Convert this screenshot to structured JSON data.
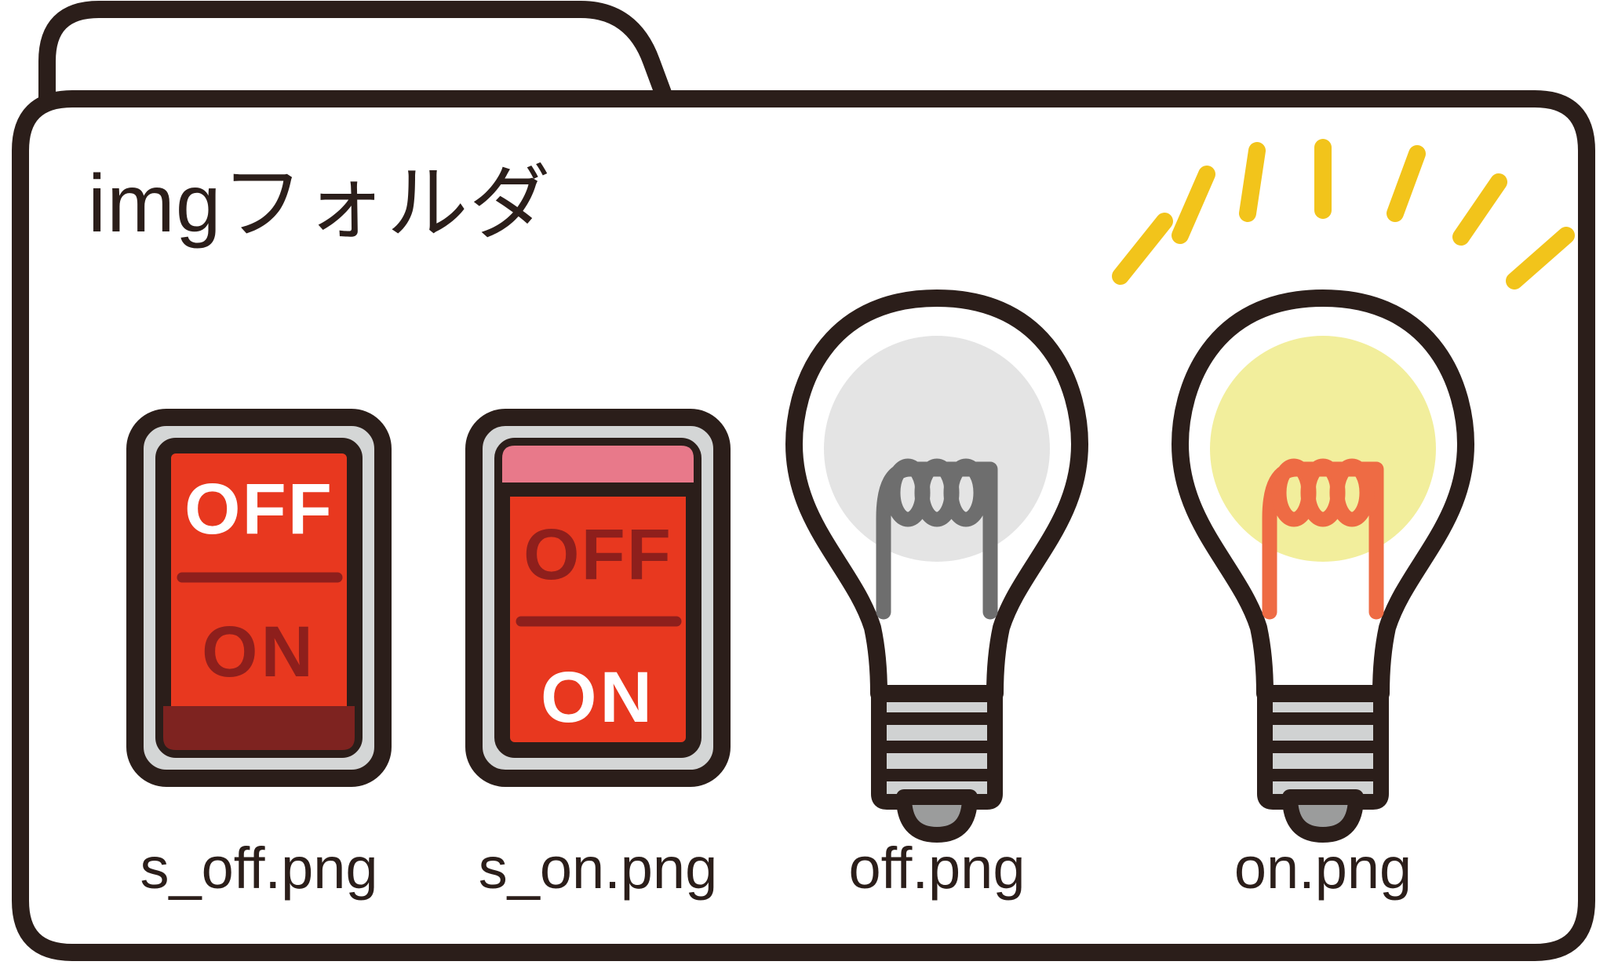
{
  "folder": {
    "title": "imgフォルダ",
    "outline_color": "#2B1E1A",
    "fill_color": "#FFFFFF",
    "stroke_width": 11
  },
  "palette": {
    "outline": "#2B1E1A",
    "switch_bezel": "#D4D6D6",
    "switch_red": "#E8381F",
    "switch_dark_red": "#8E1F1C",
    "switch_pink": "#E8798A",
    "switch_deep_red": "#7E2320",
    "white": "#FFFFFF",
    "bulb_off_glass": "#E4E4E4",
    "bulb_off_filament": "#6E6E6E",
    "bulb_on_glass": "#F2EE9C",
    "bulb_on_filament": "#EE6B44",
    "bulb_base_light": "#D0D2D2",
    "bulb_base_dark": "#9B9C9C",
    "ray_yellow": "#F2C41B"
  },
  "items": [
    {
      "id": "s_off",
      "label": "s_off.png",
      "type": "rocker-switch",
      "state": "off",
      "top_text": "OFF",
      "bottom_text": "ON",
      "top_text_color": "#FFFFFF",
      "bottom_text_color": "#8E1F1C",
      "pressed_side": "bottom",
      "accent_band_color": "#7E2320",
      "accent_band_position": "bottom"
    },
    {
      "id": "s_on",
      "label": "s_on.png",
      "type": "rocker-switch",
      "state": "on",
      "top_text": "OFF",
      "bottom_text": "ON",
      "top_text_color": "#8E1F1C",
      "bottom_text_color": "#FFFFFF",
      "pressed_side": "top",
      "accent_band_color": "#E8798A",
      "accent_band_position": "top"
    },
    {
      "id": "off",
      "label": "off.png",
      "type": "light-bulb",
      "state": "off",
      "glass_color": "#E4E4E4",
      "filament_color": "#6E6E6E",
      "rays": false
    },
    {
      "id": "on",
      "label": "on.png",
      "type": "light-bulb",
      "state": "on",
      "glass_color": "#F2EE9C",
      "filament_color": "#EE6B44",
      "rays": true,
      "ray_count": 7,
      "ray_color": "#F2C41B"
    }
  ]
}
